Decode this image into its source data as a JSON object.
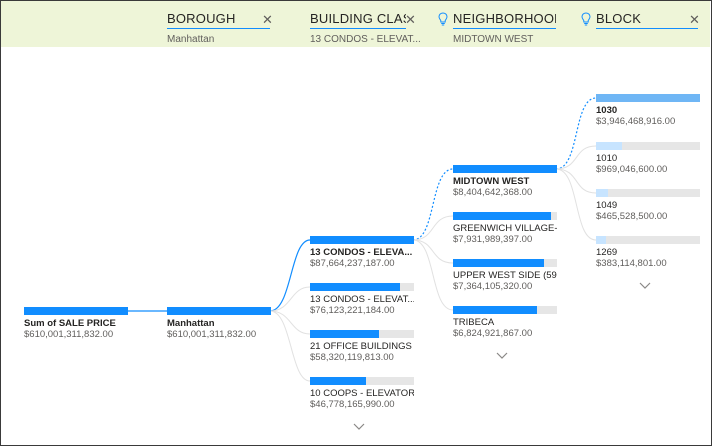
{
  "levels": [
    {
      "title": "BOROUGH",
      "filter": "Manhattan",
      "ai": false
    },
    {
      "title": "BUILDING CLAS...",
      "filter": "13 CONDOS - ELEVAT...",
      "ai": false
    },
    {
      "title": "NEIGHBORHOOD",
      "filter": "MIDTOWN WEST",
      "ai": true
    },
    {
      "title": "BLOCK",
      "filter": "",
      "ai": true
    }
  ],
  "root": {
    "name": "Sum of SALE PRICE",
    "value": "$610,001,311,832.00",
    "fill": 1.0
  },
  "borough": {
    "name": "Manhattan",
    "value": "$610,001,311,832.00",
    "fill": 1.0
  },
  "building_class": [
    {
      "name": "13 CONDOS - ELEVA...",
      "value": "$87,664,237,187.00",
      "fill": 1.0,
      "selected": true
    },
    {
      "name": "13 CONDOS - ELEVAT...",
      "value": "$76,123,221,184.00",
      "fill": 0.87,
      "selected": false
    },
    {
      "name": "21 OFFICE BUILDINGS",
      "value": "$58,320,119,813.00",
      "fill": 0.665,
      "selected": false
    },
    {
      "name": "10 COOPS - ELEVATOR...",
      "value": "$46,778,165,990.00",
      "fill": 0.535,
      "selected": false
    }
  ],
  "neighborhood": [
    {
      "name": "MIDTOWN WEST",
      "value": "$8,404,642,368.00",
      "fill": 1.0,
      "selected": true
    },
    {
      "name": "GREENWICH VILLAGE-...",
      "value": "$7,931,989,397.00",
      "fill": 0.944,
      "selected": false
    },
    {
      "name": "UPPER WEST SIDE (59-...",
      "value": "$7,364,105,320.00",
      "fill": 0.876,
      "selected": false
    },
    {
      "name": "TRIBECA",
      "value": "$6,824,921,867.00",
      "fill": 0.812,
      "selected": false
    }
  ],
  "block": [
    {
      "name": "1030",
      "value": "$3,946,468,916.00",
      "fill": 1.0,
      "selected": true
    },
    {
      "name": "1010",
      "value": "$969,046,600.00",
      "fill": 0.246,
      "selected": false
    },
    {
      "name": "1049",
      "value": "$465,528,500.00",
      "fill": 0.118,
      "selected": false
    },
    {
      "name": "1269",
      "value": "$383,114,801.00",
      "fill": 0.097,
      "selected": false
    }
  ],
  "colors": {
    "accent": "#118dff",
    "light": "#c7e4ff",
    "track": "#e6e6e6",
    "header": "#eef5d8"
  }
}
